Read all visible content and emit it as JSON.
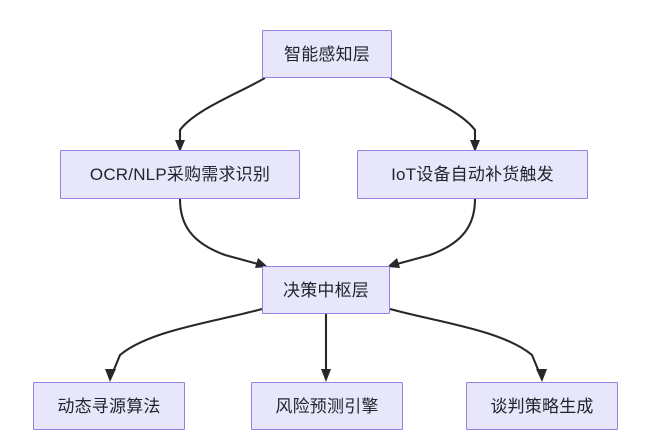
{
  "diagram": {
    "type": "flowchart",
    "orientation": "top-down",
    "background_color": "#ffffff",
    "node_fill_color": "#e8e6fb",
    "node_border_color": "#9a7fe0",
    "node_text_color": "#21252b",
    "edge_color": "#26282b",
    "nodes": [
      {
        "id": "perception",
        "label": "智能感知层",
        "level": 0
      },
      {
        "id": "ocr-nlp",
        "label": "OCR/NLP采购需求识别",
        "level": 1
      },
      {
        "id": "iot",
        "label": "IoT设备自动补货触发",
        "level": 1
      },
      {
        "id": "decision-hub",
        "label": "决策中枢层",
        "level": 2
      },
      {
        "id": "dynamic-sourcing",
        "label": "动态寻源算法",
        "level": 3
      },
      {
        "id": "risk-prediction",
        "label": "风险预测引擎",
        "level": 3
      },
      {
        "id": "negotiation-strategy",
        "label": "谈判策略生成",
        "level": 3
      }
    ],
    "edges": [
      {
        "from": "perception",
        "to": "ocr-nlp",
        "style": "curved",
        "arrow": "end"
      },
      {
        "from": "perception",
        "to": "iot",
        "style": "curved",
        "arrow": "end"
      },
      {
        "from": "ocr-nlp",
        "to": "decision-hub",
        "style": "curved",
        "arrow": "end"
      },
      {
        "from": "iot",
        "to": "decision-hub",
        "style": "curved",
        "arrow": "end"
      },
      {
        "from": "decision-hub",
        "to": "dynamic-sourcing",
        "style": "curved",
        "arrow": "end"
      },
      {
        "from": "decision-hub",
        "to": "risk-prediction",
        "style": "straight",
        "arrow": "end"
      },
      {
        "from": "decision-hub",
        "to": "negotiation-strategy",
        "style": "curved",
        "arrow": "end"
      }
    ]
  }
}
